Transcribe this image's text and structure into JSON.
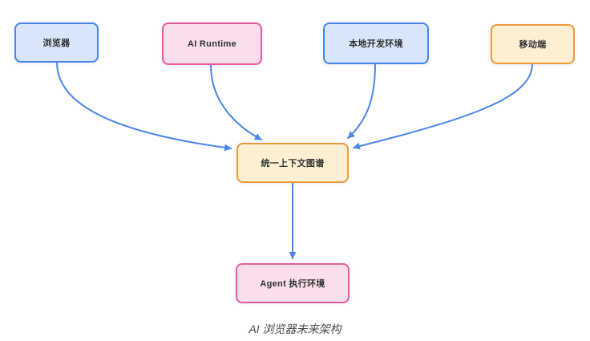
{
  "diagram": {
    "caption": "AI 浏览器未来架构",
    "nodes": [
      {
        "id": "browser",
        "label": "浏览器",
        "style": "blue"
      },
      {
        "id": "ai-runtime",
        "label": "AI Runtime",
        "style": "pink"
      },
      {
        "id": "local-dev-env",
        "label": "本地开发环境",
        "style": "blue"
      },
      {
        "id": "mobile",
        "label": "移动端",
        "style": "orange"
      },
      {
        "id": "context-graph",
        "label": "统一上下文图谱",
        "style": "orange"
      },
      {
        "id": "agent-env",
        "label": "Agent 执行环境",
        "style": "pink"
      }
    ],
    "edges": [
      {
        "from": "browser",
        "to": "context-graph"
      },
      {
        "from": "ai-runtime",
        "to": "context-graph"
      },
      {
        "from": "local-dev-env",
        "to": "context-graph"
      },
      {
        "from": "mobile",
        "to": "context-graph"
      },
      {
        "from": "context-graph",
        "to": "agent-env"
      }
    ],
    "colors": {
      "arrow": "#4a86e8",
      "blue_border": "#4a86e8",
      "blue_fill": "#d7e6fb",
      "pink_border": "#e85c9d",
      "pink_fill": "#fbdeeb",
      "orange_border": "#ef993d",
      "orange_fill": "#fdf0d2",
      "node_text": "#303030",
      "caption_text": "#4a4a4a"
    }
  }
}
